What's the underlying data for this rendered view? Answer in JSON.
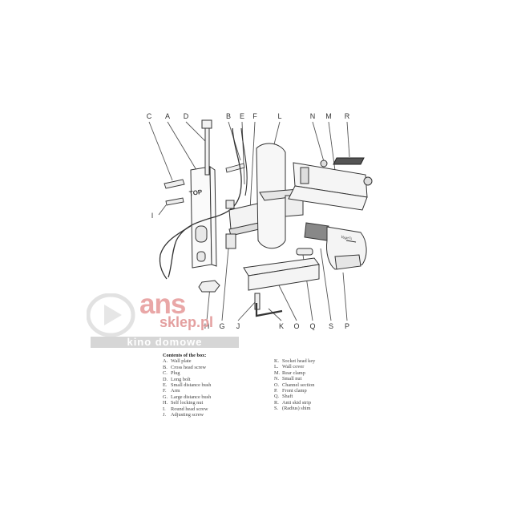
{
  "callouts_top": [
    "C",
    "A",
    "D",
    "B",
    "E",
    "F",
    "L",
    "N",
    "M",
    "R"
  ],
  "callout_i_left": "I",
  "callouts_bottom": [
    "H",
    "G",
    "J",
    "K",
    "O",
    "Q",
    "S",
    "P"
  ],
  "top_plate_text": "TOP",
  "clamp_brand_text": "Vogel's",
  "contents": {
    "heading": "Contents of the box:",
    "left": [
      {
        "k": "A.",
        "v": "Wall plate"
      },
      {
        "k": "B.",
        "v": "Cross head screw"
      },
      {
        "k": "C.",
        "v": "Plug"
      },
      {
        "k": "D.",
        "v": "Long bolt"
      },
      {
        "k": "E.",
        "v": "Small distance bush"
      },
      {
        "k": "F.",
        "v": "Arm"
      },
      {
        "k": "G.",
        "v": "Large distance bush"
      },
      {
        "k": "H.",
        "v": "Self locking nut"
      },
      {
        "k": "I.",
        "v": "Round head screw"
      },
      {
        "k": "J.",
        "v": "Adjusting screw"
      }
    ],
    "right": [
      {
        "k": "K.",
        "v": "Socket head key"
      },
      {
        "k": "L.",
        "v": "Wall cover"
      },
      {
        "k": "M.",
        "v": "Rear clamp"
      },
      {
        "k": "N.",
        "v": "Small nut"
      },
      {
        "k": "O.",
        "v": "Channel section"
      },
      {
        "k": "P.",
        "v": "Front clamp"
      },
      {
        "k": "Q.",
        "v": "Shaft"
      },
      {
        "k": "R.",
        "v": "Anti skid strip"
      },
      {
        "k": "S.",
        "v": "(Radius) shim"
      }
    ]
  },
  "watermark": {
    "brand": "ans",
    "shop": "sklep.pl",
    "tagline": "kino domowe"
  }
}
